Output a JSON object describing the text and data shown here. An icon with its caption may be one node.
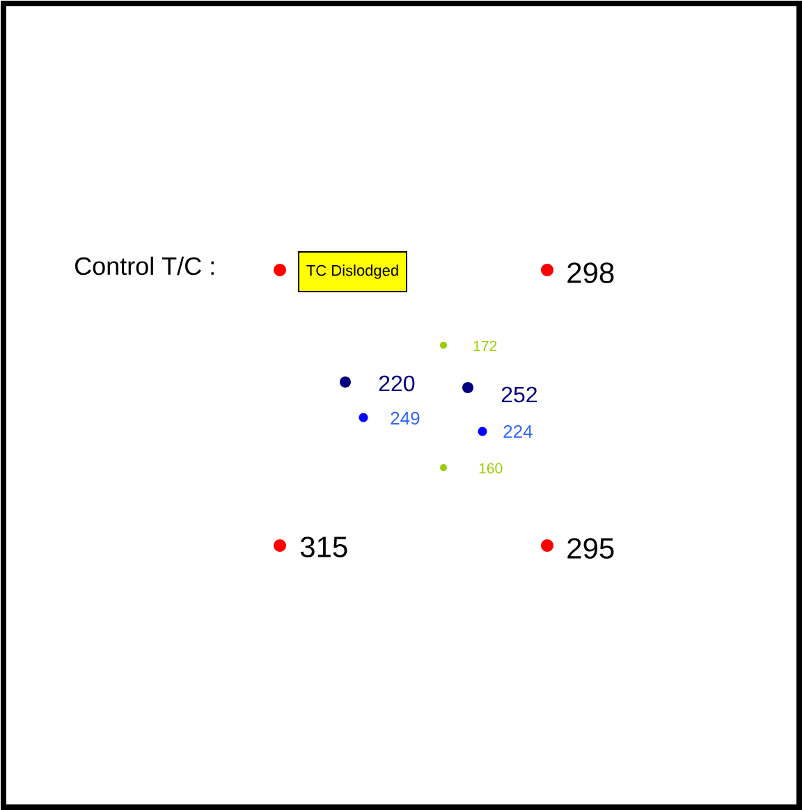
{
  "diagram": {
    "nodes": [
      {
        "text": [
          "TC Dislodged"
        ]
      }
    ],
    "labels": [
      "Control T/C :",
      "298",
      "172",
      "220",
      "252",
      "249",
      "224",
      "160",
      "315",
      "295"
    ]
  }
}
